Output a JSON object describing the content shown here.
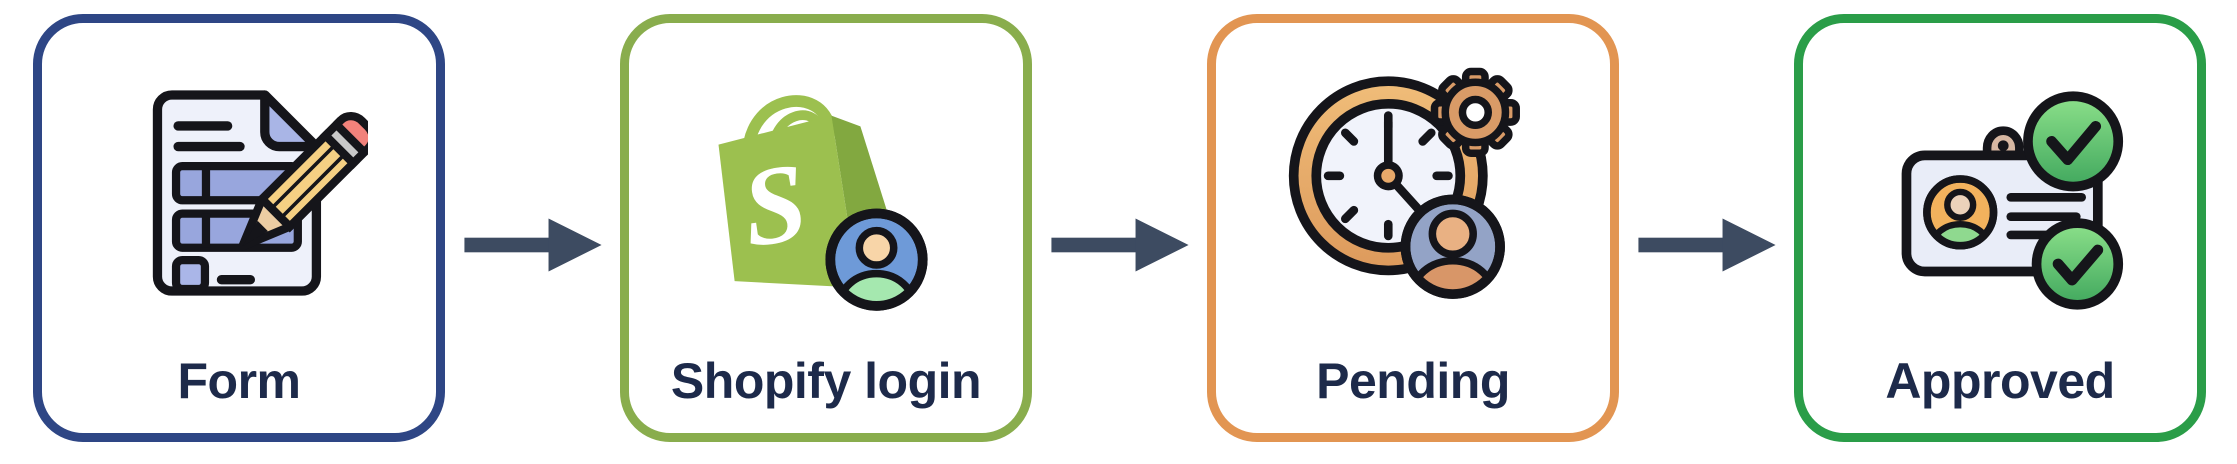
{
  "flow": {
    "background_color": "#ffffff",
    "label_color": "#1d2a4a",
    "connector": {
      "count": 3,
      "direction": "right",
      "color": "#3d4b61",
      "name": "right-arrow"
    },
    "steps": [
      {
        "label": "Form",
        "icon": "form-document-pencil-icon",
        "border_color": "#2e4685"
      },
      {
        "label": "Shopify login",
        "icon": "shopify-bag-user-icon",
        "border_color": "#89ad4d"
      },
      {
        "label": "Pending",
        "icon": "clock-gear-user-icon",
        "border_color": "#e29552"
      },
      {
        "label": "Approved",
        "icon": "id-card-approved-icon",
        "border_color": "#2a9d48"
      }
    ]
  }
}
